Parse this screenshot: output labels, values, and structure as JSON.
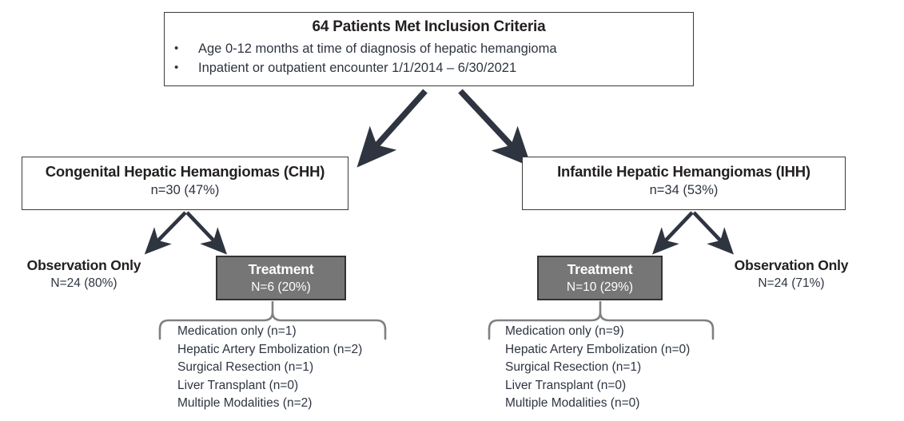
{
  "diagram": {
    "type": "patient-cohort-flowchart",
    "colors": {
      "treatment_fill": "#767676",
      "treatment_text": "#ffffff",
      "box_border": "#3b3b3b",
      "arrow": "#2e3440",
      "brace": "#808080",
      "text": "#2e3440"
    },
    "top_box": {
      "title": "64 Patients Met Inclusion Criteria",
      "bullet_glyph": "•",
      "criteria": [
        "Age 0-12 months at time of diagnosis of hepatic hemangioma",
        "Inpatient or outpatient encounter 1/1/2014 – 6/30/2021"
      ]
    },
    "groups": [
      {
        "id": "chh",
        "title": "Congenital Hepatic Hemangiomas (CHH)",
        "count": "n=30 (47%)",
        "observation": {
          "title": "Observation Only",
          "count": "N=24 (80%)"
        },
        "treatment": {
          "title": "Treatment",
          "count": "N=6 (20%)",
          "modalities": [
            "Medication only (n=1)",
            "Hepatic Artery Embolization  (n=2)",
            "Surgical Resection (n=1)",
            "Liver Transplant (n=0)",
            "Multiple Modalities (n=2)"
          ]
        }
      },
      {
        "id": "ihh",
        "title": "Infantile Hepatic Hemangiomas (IHH)",
        "count": "n=34 (53%)",
        "observation": {
          "title": "Observation Only",
          "count": "N=24 (71%)"
        },
        "treatment": {
          "title": "Treatment",
          "count": "N=10 (29%)",
          "modalities": [
            "Medication only (n=9)",
            "Hepatic Artery Embolization  (n=0)",
            "Surgical Resection (n=1)",
            "Liver Transplant (n=0)",
            "Multiple Modalities (n=0)"
          ]
        }
      }
    ]
  }
}
